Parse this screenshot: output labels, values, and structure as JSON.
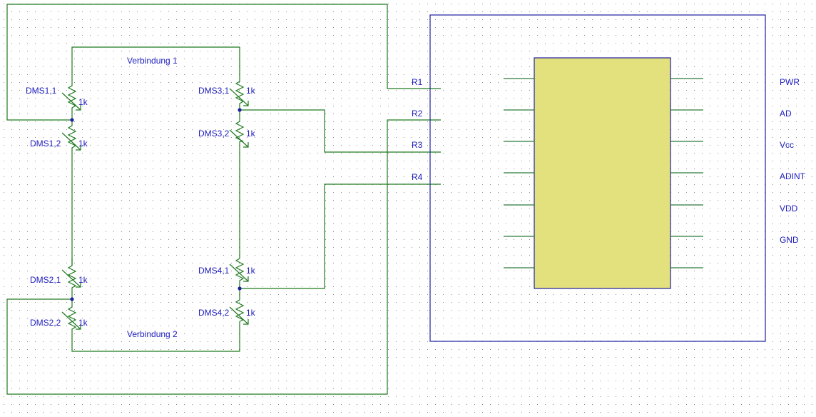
{
  "labels": {
    "verbindung1": "Verbindung 1",
    "verbindung2": "Verbindung 2"
  },
  "resistors": [
    {
      "name": "DMS1,1",
      "value": "1k"
    },
    {
      "name": "DMS1,2",
      "value": "1k"
    },
    {
      "name": "DMS2,1",
      "value": "1k"
    },
    {
      "name": "DMS2,2",
      "value": "1k"
    },
    {
      "name": "DMS3,1",
      "value": "1k"
    },
    {
      "name": "DMS3,2",
      "value": "1k"
    },
    {
      "name": "DMS4,1",
      "value": "1k"
    },
    {
      "name": "DMS4,2",
      "value": "1k"
    }
  ],
  "ports_left": [
    "R1",
    "R2",
    "R3",
    "R4"
  ],
  "ports_right": [
    "PWR",
    "AD",
    "Vcc",
    "ADINT",
    "VDD",
    "GND"
  ],
  "colors": {
    "wire": "#1f7a1f",
    "border": "#2020a0",
    "label": "#2020c0",
    "chip": "#e3e17e",
    "grid_dot": "#8a8a8a"
  }
}
